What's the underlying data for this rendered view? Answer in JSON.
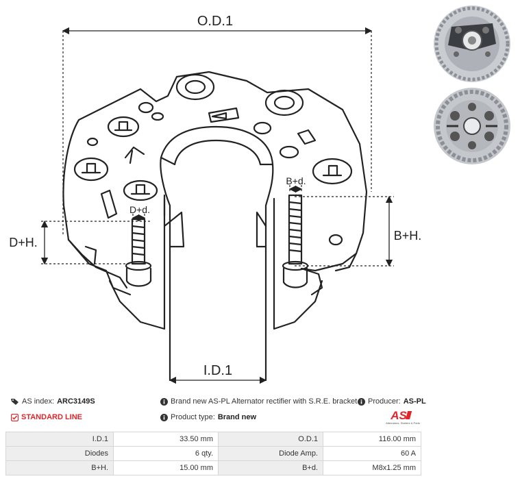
{
  "drawing": {
    "od1_label": "O.D.1",
    "id1_label": "I.D.1",
    "dh_label": "D+H.",
    "bh_label": "B+H.",
    "dd_label": "D+d.",
    "bd_label": "B+d."
  },
  "info": {
    "as_index_label": "AS index:",
    "as_index_value": "ARC3149S",
    "standard_line": "STANDARD LINE",
    "description": "Brand new AS-PL Alternator rectifier with S.R.E. bracket",
    "producer_label": "Producer:",
    "producer_value": "AS-PL",
    "product_type_label": "Product type:",
    "product_type_value": "Brand new"
  },
  "logo": {
    "mark": "AS",
    "tagline": "Alternators, Starters & Parts"
  },
  "specs": [
    {
      "label_1": "I.D.1",
      "value_1": "33.50 mm",
      "label_2": "O.D.1",
      "value_2": "116.00 mm"
    },
    {
      "label_1": "Diodes",
      "value_1": "6 qty.",
      "label_2": "Diode Amp.",
      "value_2": "60 A"
    },
    {
      "label_1": "B+H.",
      "value_1": "15.00 mm",
      "label_2": "B+d.",
      "value_2": "M8x1.25 mm"
    }
  ],
  "colors": {
    "accent_red": "#e0262b",
    "line": "#222222",
    "table_label_bg": "#eeeeee",
    "table_border": "#d6d6d6"
  },
  "icons": [
    "tag-icon",
    "check-badge-icon",
    "info-icon"
  ]
}
